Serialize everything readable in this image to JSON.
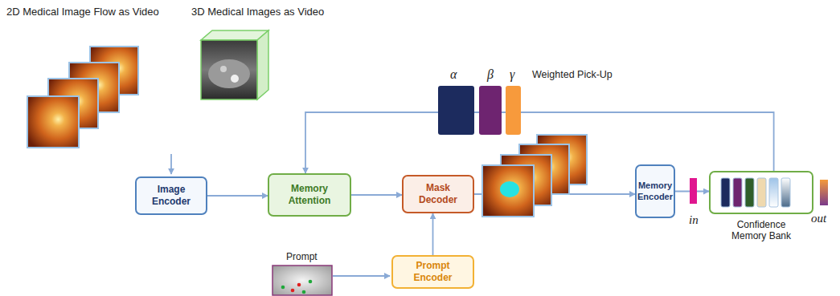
{
  "diagram": {
    "nodes": [
      {
        "text": [
          "Image Encoder"
        ]
      },
      {
        "text": [
          "Memory Attention"
        ]
      },
      {
        "text": [
          "Mask Decoder"
        ]
      },
      {
        "text": [
          "Prompt Encoder"
        ]
      },
      {
        "text": [
          "Memory Encoder"
        ]
      },
      {
        "text": [
          "Confidence Memory Bank"
        ]
      }
    ],
    "edges": [
      {
        "from": 0,
        "to": 1,
        "arrow": "to"
      },
      {
        "from": 1,
        "to": 2,
        "arrow": "to"
      },
      {
        "from": 3,
        "to": 2,
        "arrow": "to"
      },
      {
        "from": 2,
        "to": 4,
        "arrow": "to"
      },
      {
        "from": 4,
        "to": 5,
        "arrow": "to"
      },
      {
        "from": 5,
        "to": 1,
        "arrow": "to"
      }
    ],
    "labels": [
      "2D Medical Image Flow as Video",
      "3D Medical Images as Video",
      "α",
      "β",
      "γ",
      "Weighted Pick-Up",
      "Prompt",
      "in",
      "out"
    ]
  }
}
